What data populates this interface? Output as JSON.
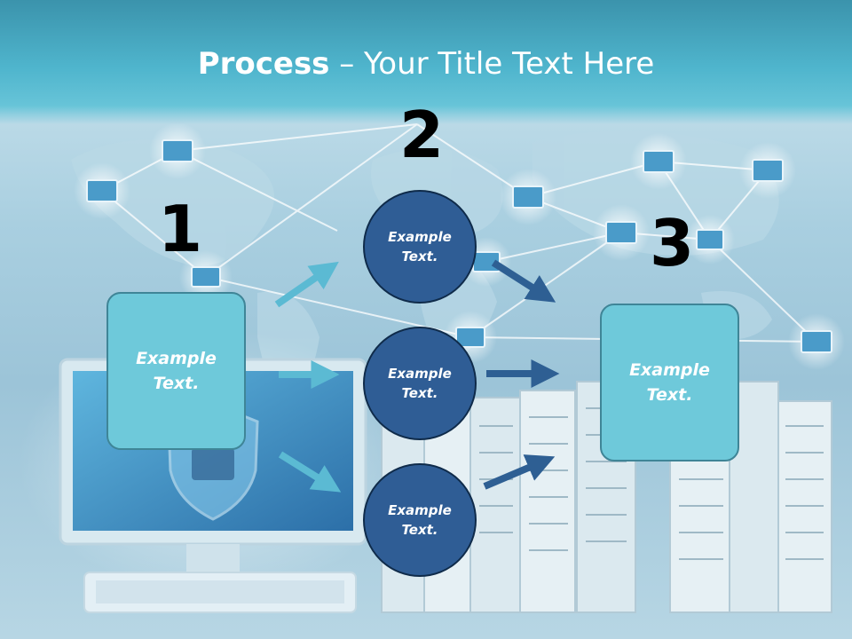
{
  "slide": {
    "title_bold": "Process",
    "title_rest": " – Your Title Text Here",
    "steps": [
      {
        "number": "1",
        "text": "Example\nText."
      },
      {
        "number": "2",
        "circles": [
          "Example\nText.",
          "Example\nText.",
          "Example\nText."
        ]
      },
      {
        "number": "3",
        "text": "Example\nText."
      }
    ]
  },
  "colors": {
    "box_fill": "#6ec9da",
    "box_border": "#3f8597",
    "circle_fill": "#2f5d95",
    "circle_border": "#0f2b4a",
    "arrow_light": "#5bbad3",
    "arrow_dark": "#2e5f93"
  }
}
